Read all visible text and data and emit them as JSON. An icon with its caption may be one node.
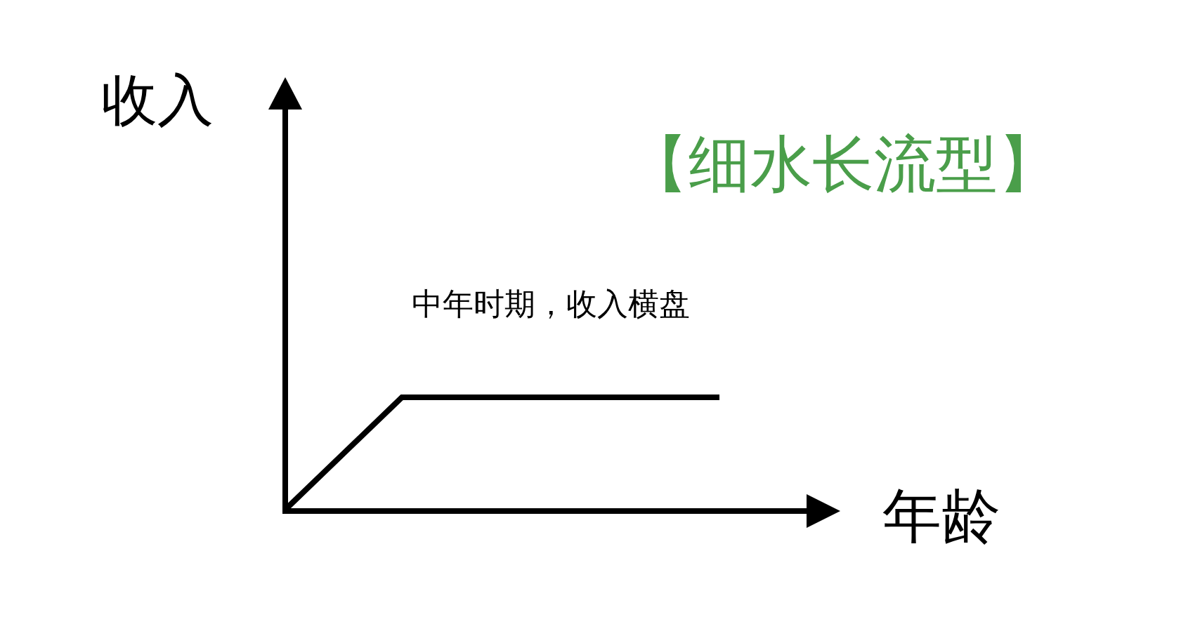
{
  "diagram": {
    "title": "【细水长流型】",
    "labels": [
      "收入",
      "中年时期，收入横盘",
      "年龄"
    ]
  }
}
